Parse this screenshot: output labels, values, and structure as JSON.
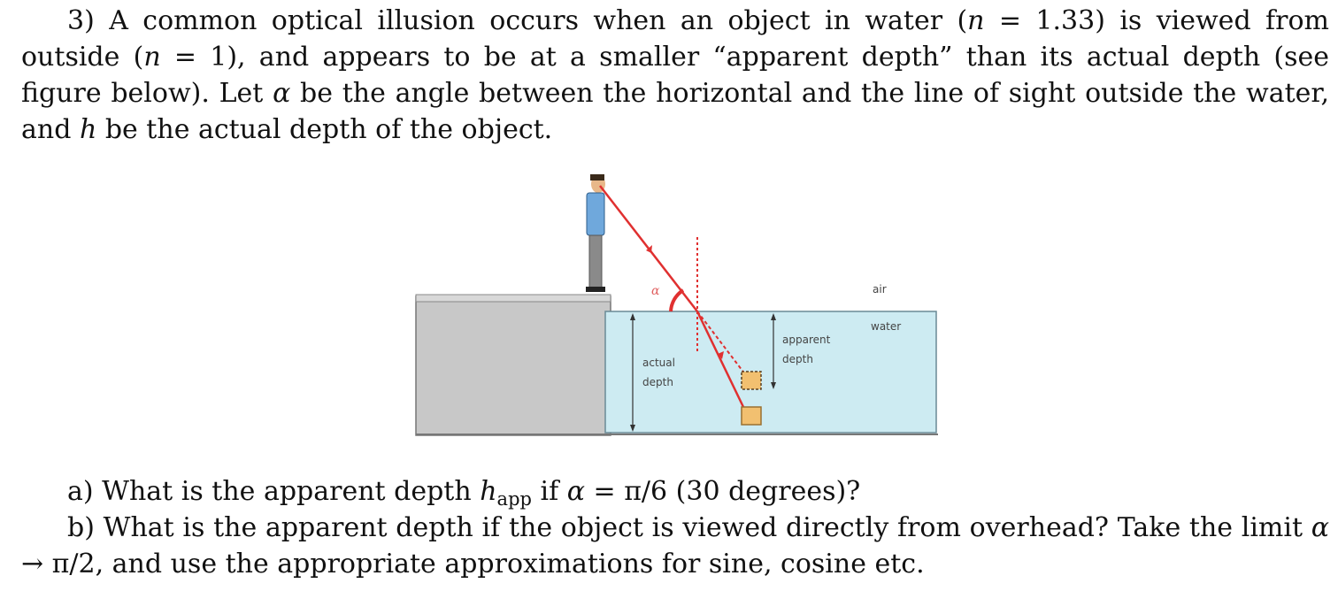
{
  "problem": {
    "number": "3)",
    "intro_part1": "A common optical illusion occurs when an object in water (",
    "intro_n1": "n",
    "intro_eq1": " = 1.33) is viewed from outside (",
    "intro_n2": "n",
    "intro_eq2": " = 1), and appears to be at a smaller “apparent depth” than its actual depth (see figure below). Let ",
    "intro_alpha": "α",
    "intro_mid": " be the angle between the horizontal and the line of sight outside the water, and ",
    "intro_h": "h",
    "intro_end": " be the actual depth of the object."
  },
  "figure": {
    "label_alpha": "α",
    "label_air": "air",
    "label_water": "water",
    "label_actual_1": "actual",
    "label_actual_2": "depth",
    "label_apparent_1": "apparent",
    "label_apparent_2": "depth",
    "colors": {
      "water": "#cdebf2",
      "ground": "#c8c8c8",
      "ray": "#e03030",
      "object": "#f2c070",
      "shirt": "#6fa8dc",
      "trousers": "#8a8a8a"
    }
  },
  "questions": {
    "a_prefix": "a) What is the apparent depth ",
    "a_h": "h",
    "a_sub": "app",
    "a_mid": " if ",
    "a_alpha": "α",
    "a_end": " = π/6 (30 degrees)?",
    "b_text": "b) What is the apparent depth if the object is viewed directly from overhead? Take the limit ",
    "b_alpha": "α",
    "b_end": " → π/2, and use the appropriate approximations for sine, cosine etc."
  }
}
